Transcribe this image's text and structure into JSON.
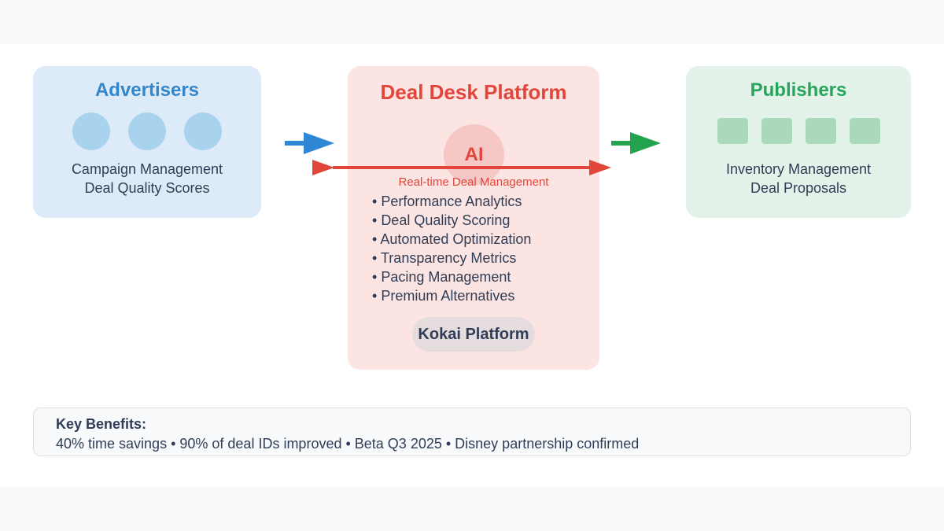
{
  "colors": {
    "page_bg": "#ffffff",
    "band_bg": "#f8f9fa",
    "advertisers_bg": "#ddebf8",
    "advertisers_accent": "#3386cc",
    "advertiser_dot": "#a9d2ee",
    "platform_bg": "#fce4e2",
    "platform_accent": "#e2453a",
    "ai_circle_bg": "#f6c8c5",
    "badge_bg": "#e5dcdd",
    "publishers_bg": "#e4f3ea",
    "publishers_accent": "#27a35b",
    "publisher_square": "#a9d8bb",
    "blue_arrow": "#2e86d5",
    "green_arrow": "#24a34f",
    "red_arrow": "#e2453a",
    "text_dark": "#2f3e56"
  },
  "advertisers": {
    "title": "Advertisers",
    "icon": "circle",
    "icon_count": 3,
    "lines": [
      "Campaign Management",
      "Deal Quality Scores"
    ]
  },
  "platform": {
    "title": "Deal Desk Platform",
    "ai_label": "AI",
    "flow_label": "Real-time Deal Management",
    "features": [
      "Performance Analytics",
      "Deal Quality Scoring",
      "Automated Optimization",
      "Transparency Metrics",
      "Pacing Management",
      "Premium Alternatives"
    ],
    "badge": "Kokai Platform"
  },
  "publishers": {
    "title": "Publishers",
    "icon": "square",
    "icon_count": 4,
    "lines": [
      "Inventory Management",
      "Deal Proposals"
    ]
  },
  "benefits": {
    "heading": "Key Benefits:",
    "summary": "40% time savings • 90% of deal IDs improved • Beta Q3 2025 • Disney partnership confirmed"
  }
}
